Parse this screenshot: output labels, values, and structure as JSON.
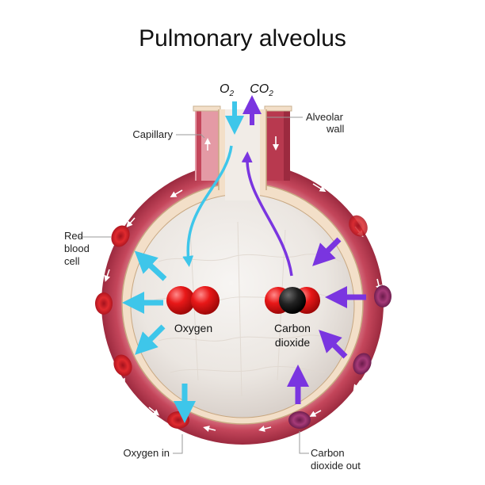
{
  "title": "Pulmonary alveolus",
  "gases": {
    "o2": {
      "main": "O",
      "sub": "2"
    },
    "co2": {
      "main": "CO",
      "sub": "2"
    }
  },
  "labels": {
    "capillary": "Capillary",
    "alveolar_wall": [
      "Alveolar",
      "wall"
    ],
    "red_blood_cell": [
      "Red",
      "blood",
      "cell"
    ],
    "oxygen": "Oxygen",
    "carbon_dioxide": [
      "Carbon",
      "dioxide"
    ],
    "oxygen_in": "Oxygen in",
    "carbon_dioxide_out": [
      "Carbon",
      "dioxide out"
    ]
  },
  "colors": {
    "capillary_outer": "#b8394f",
    "capillary_inner": "#e08a98",
    "alveolar_wall": "#f3dfc8",
    "alveolus_interior": "#ece8e4",
    "oxygen_arrow": "#3ec6ea",
    "co2_arrow": "#7a35e0",
    "oxygen_atom": "#e01818",
    "carbon_atom": "#1a1a1a"
  }
}
